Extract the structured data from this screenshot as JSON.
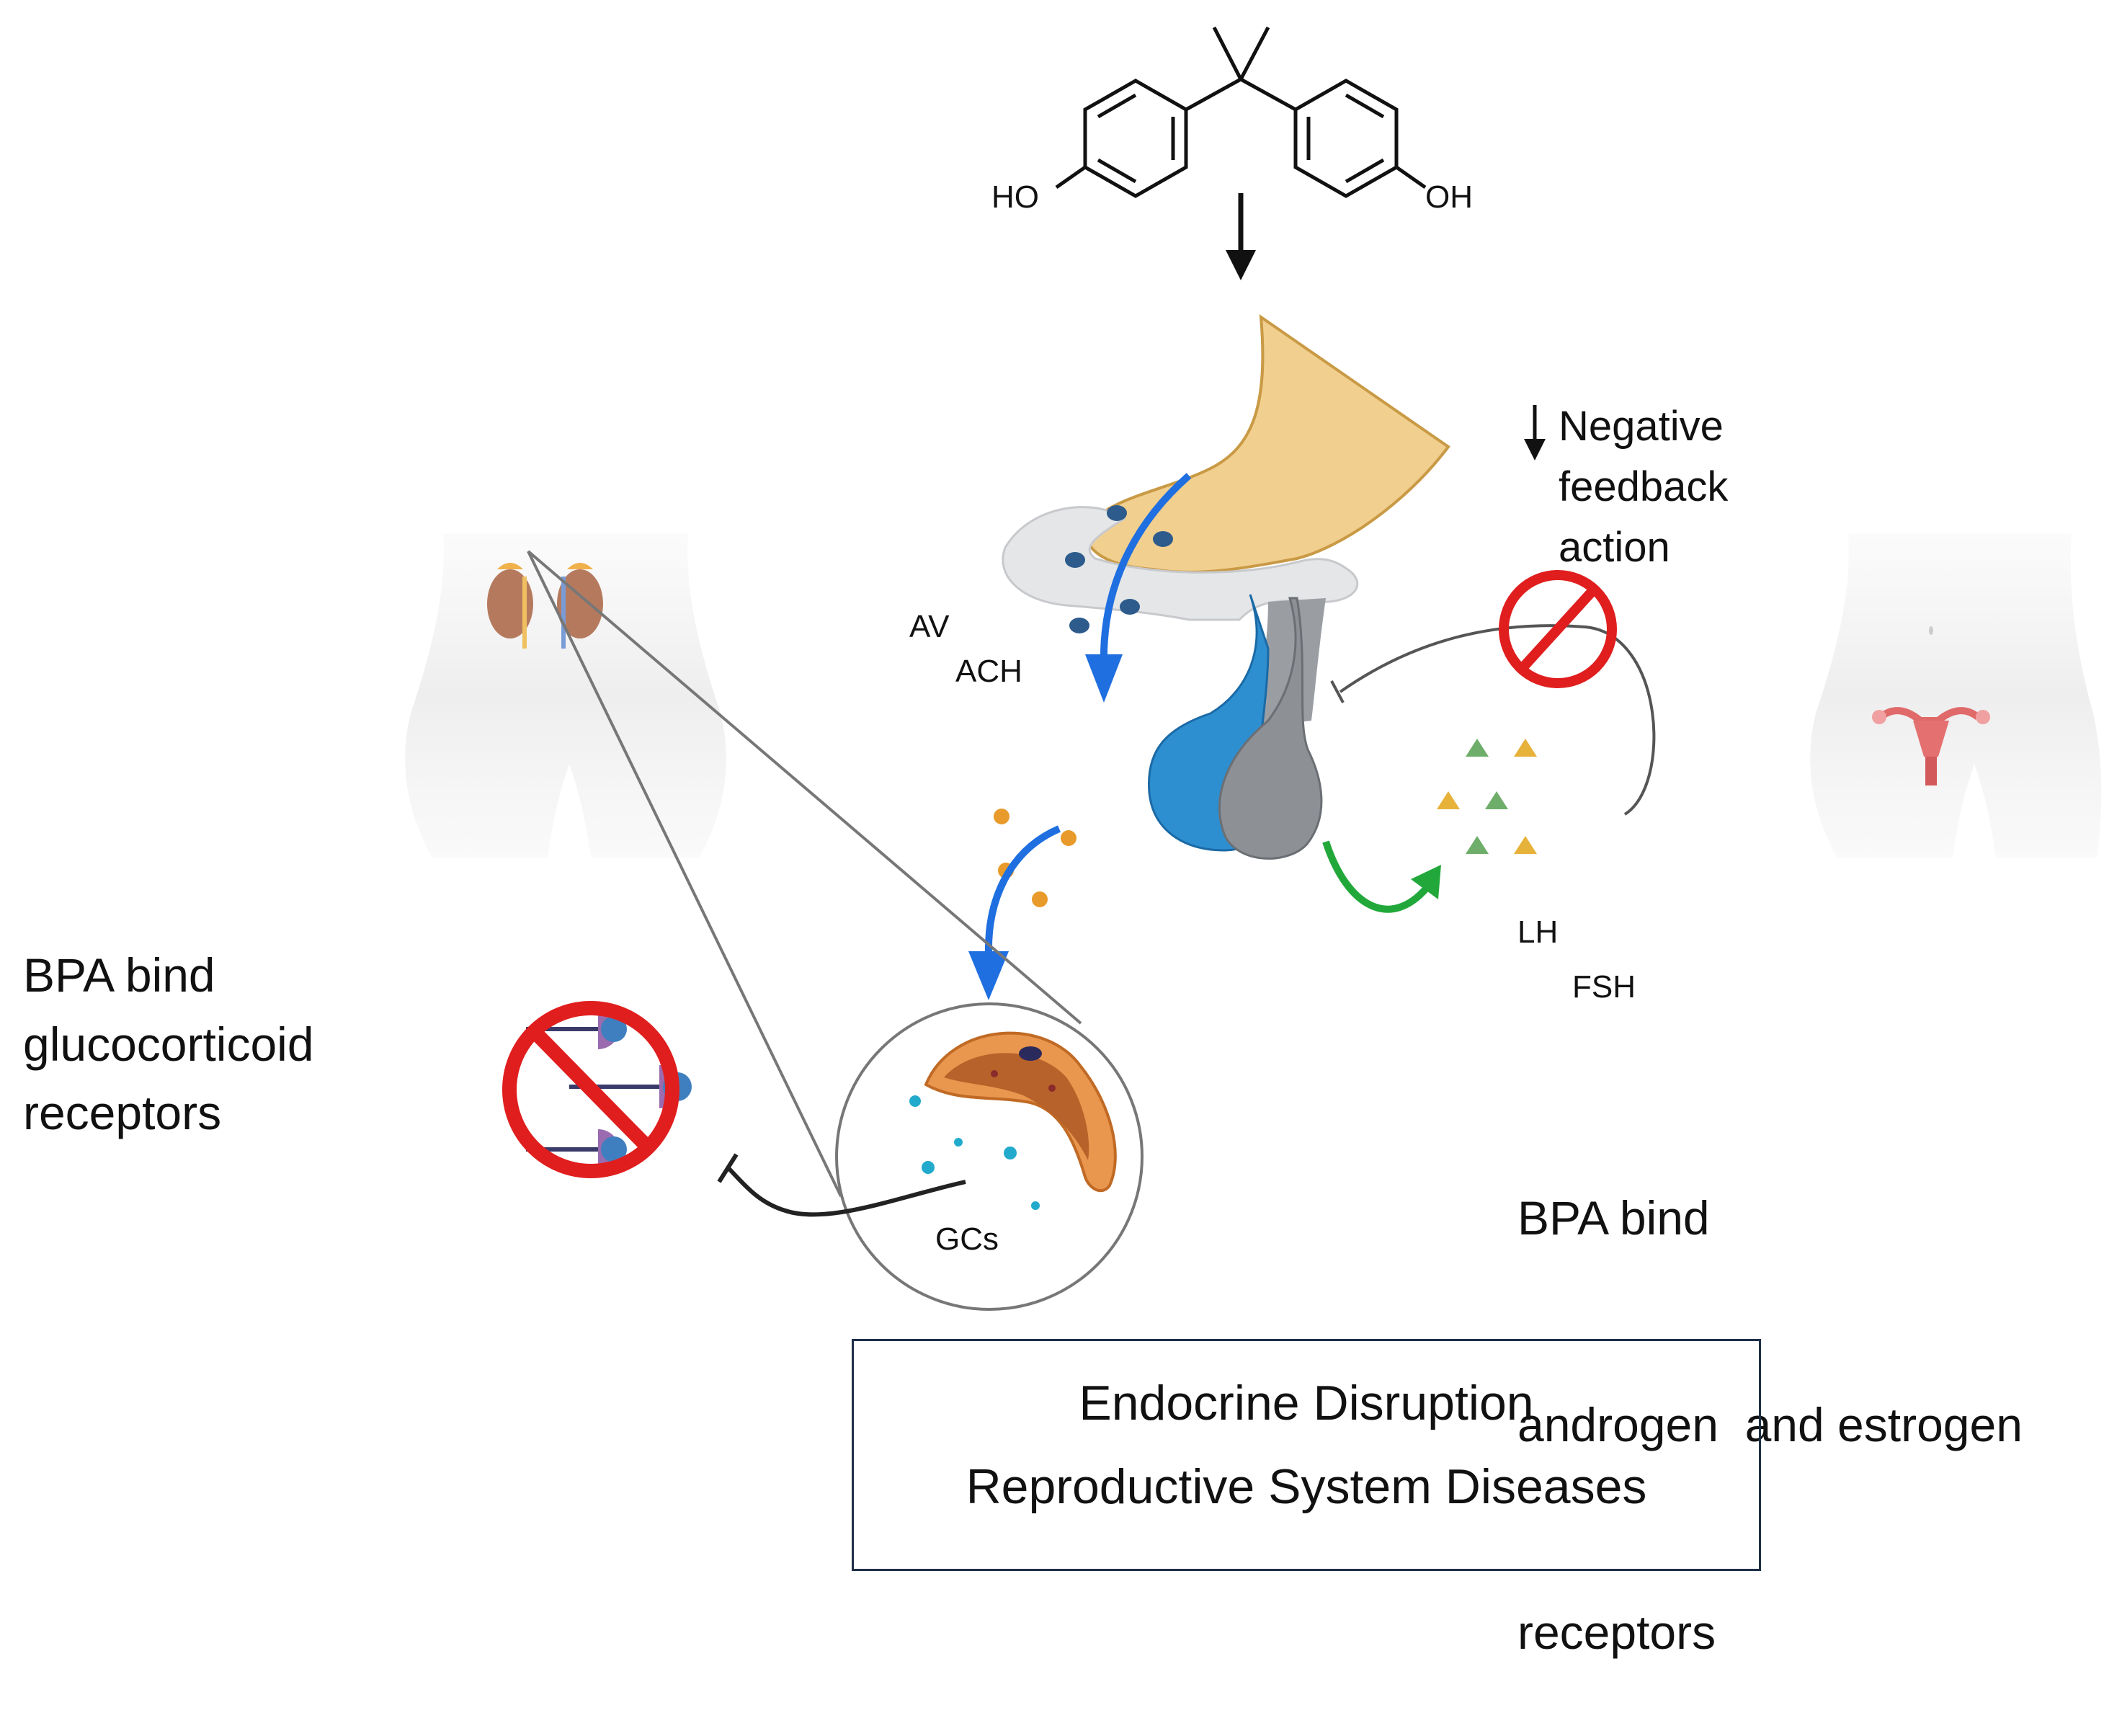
{
  "molecule": {
    "left_group": "HO",
    "right_group": "OH"
  },
  "labels": {
    "av": "AV",
    "ach": "ACH",
    "negative_feedback": [
      "Negative",
      "feedback",
      "action"
    ],
    "lh": "LH",
    "fsh": "FSH",
    "gcs": "GCs"
  },
  "left_text": [
    "BPA bind",
    "glucocorticoid",
    "receptors"
  ],
  "right_text": [
    "BPA bind",
    "androgen  and estrogen",
    "receptors"
  ],
  "outcome_box": [
    "Endocrine Disruption",
    "Reproductive System Diseases"
  ],
  "colors": {
    "hypothalamus": "#f1cf8f",
    "anterior_pituitary": "#2e8fd0",
    "posterior_pituitary": "#8d9196",
    "blue_arrow": "#1f6fe0",
    "green_arrow": "#22a83a",
    "prohibit_sign": "#e01e1e",
    "adrenal_cortex": "#e9974e",
    "triangle_green": "#6fae6a",
    "triangle_yellow": "#e7b23a"
  }
}
